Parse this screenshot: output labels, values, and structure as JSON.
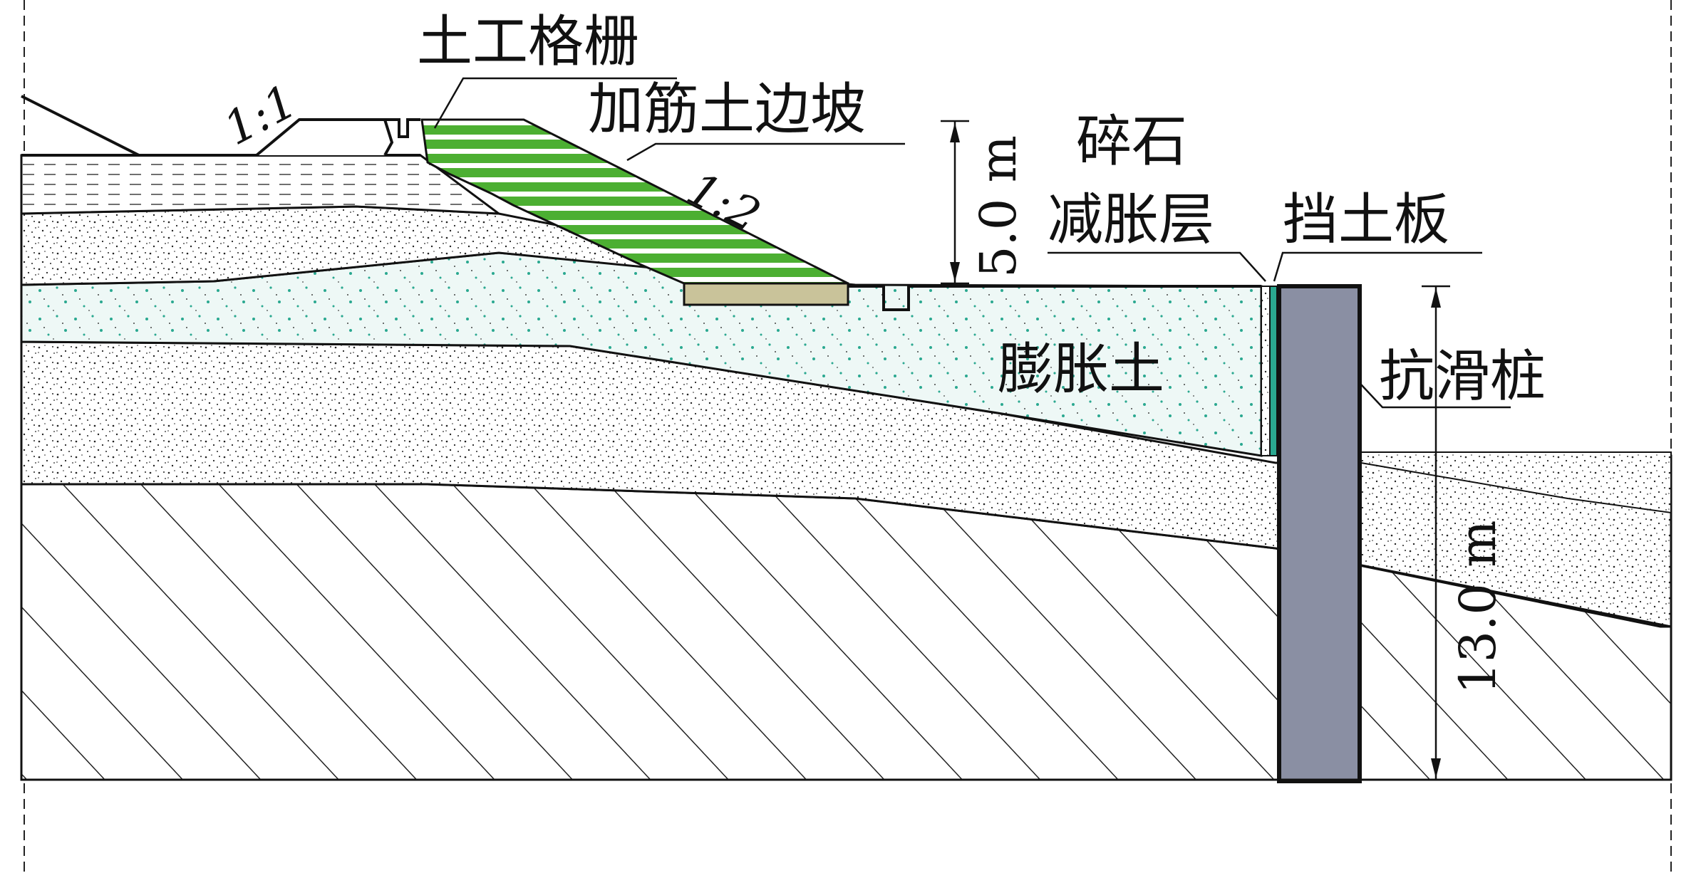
{
  "labels": {
    "geogrid": "土工格栅",
    "reinforced_slope": "加筋土边坡",
    "gravel_line1": "碎石",
    "gravel_line2": "减胀层",
    "retaining_plate": "挡土板",
    "expansive_soil": "膨胀土",
    "anti_slide_pile": "抗滑桩",
    "slope_1_1": "1:1",
    "slope_1_2": "1:2",
    "height_5": "5.0 m",
    "height_13": "13.0 m"
  },
  "colors": {
    "grid_green": "#4caf32",
    "pile_fill": "#8a8fa3",
    "base_pad": "#c9c39a",
    "speckle_green": "#2aa890",
    "ink": "#111111"
  }
}
